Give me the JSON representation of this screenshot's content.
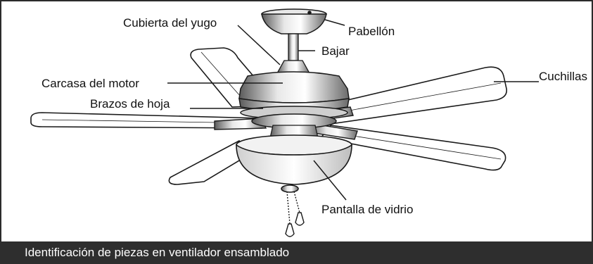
{
  "labels": {
    "canopy": "Pabellón",
    "yoke_cover": "Cubierta del yugo",
    "downrod": "Bajar",
    "motor_housing": "Carcasa del motor",
    "blades": "Cuchillas",
    "blade_arms": "Brazos de hoja",
    "glass_shade": "Pantalla de vidrio"
  },
  "caption": "Identificación de piezas en ventilador ensamblado",
  "colors": {
    "line": "#1a1a1a",
    "caption_bg": "#2e2e2e",
    "caption_text": "#ffffff",
    "metal_light": "#d9d9d9",
    "metal_dark": "#5a5a5a"
  }
}
